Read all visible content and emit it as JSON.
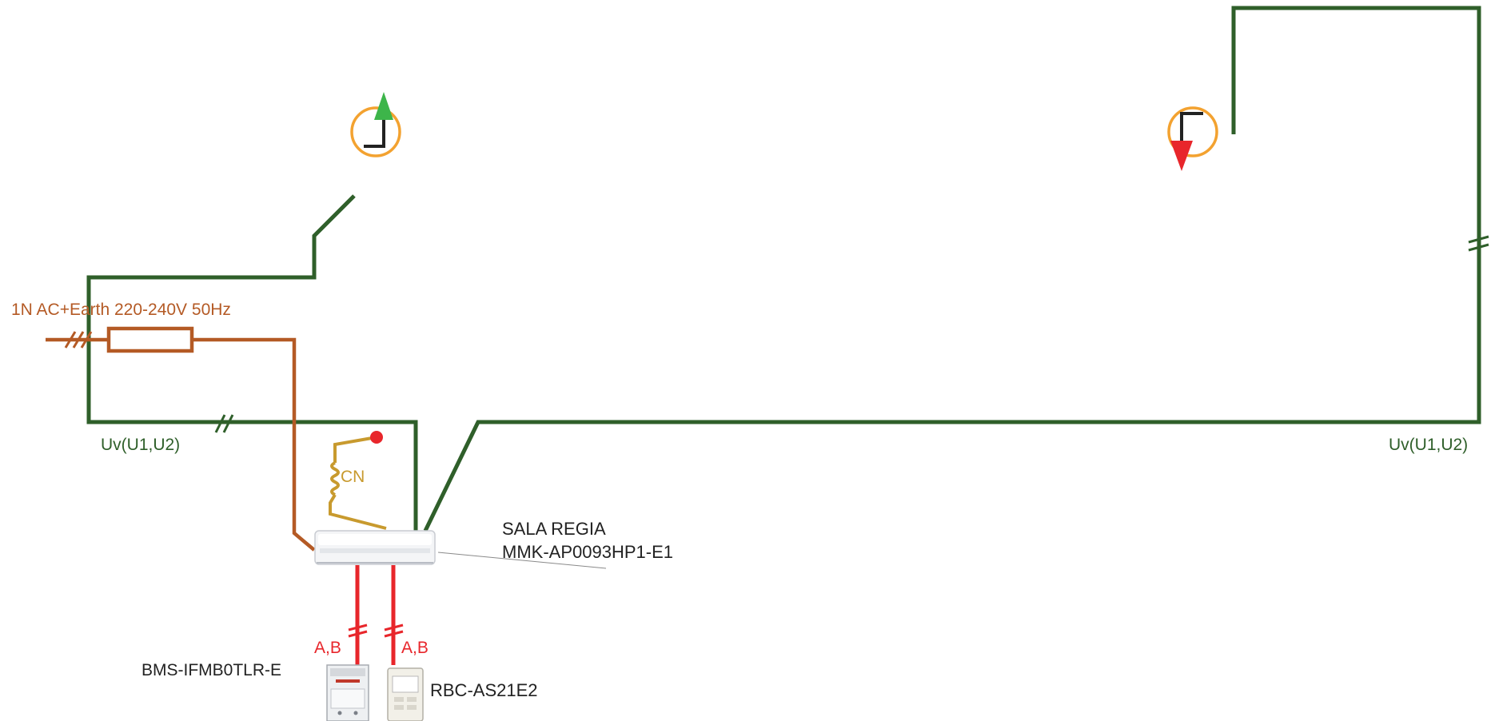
{
  "colors": {
    "uv_line": "#2f5f2a",
    "power_line": "#b45a25",
    "bus_line": "#e8262b",
    "sensor_line": "#c89a2e",
    "sensor_ring": "#f3a230",
    "arrow_up": "#3db54a",
    "arrow_down": "#e8262b",
    "text_dark": "#222222"
  },
  "labels": {
    "power_supply": "1N AC+Earth 220-240V 50Hz",
    "uv_left": "Uv(U1,U2)",
    "uv_right": "Uv(U1,U2)",
    "sensor": "CN",
    "unit_name": "SALA REGIA",
    "unit_model": "MMK-AP0093HP1-E1",
    "bus_left": "A,B",
    "bus_right": "A,B",
    "bms_interface": "BMS-IFMB0TLR-E",
    "remote_controller": "RBC-AS21E2"
  },
  "icons": {
    "flow_out": "flow-out-up-icon",
    "flow_in": "flow-in-down-icon",
    "unit": "indoor-unit-icon",
    "bms": "bms-interface-module-icon",
    "remote": "remote-controller-icon",
    "fuse": "fuse-icon",
    "sensor": "sensor-coil-icon"
  }
}
